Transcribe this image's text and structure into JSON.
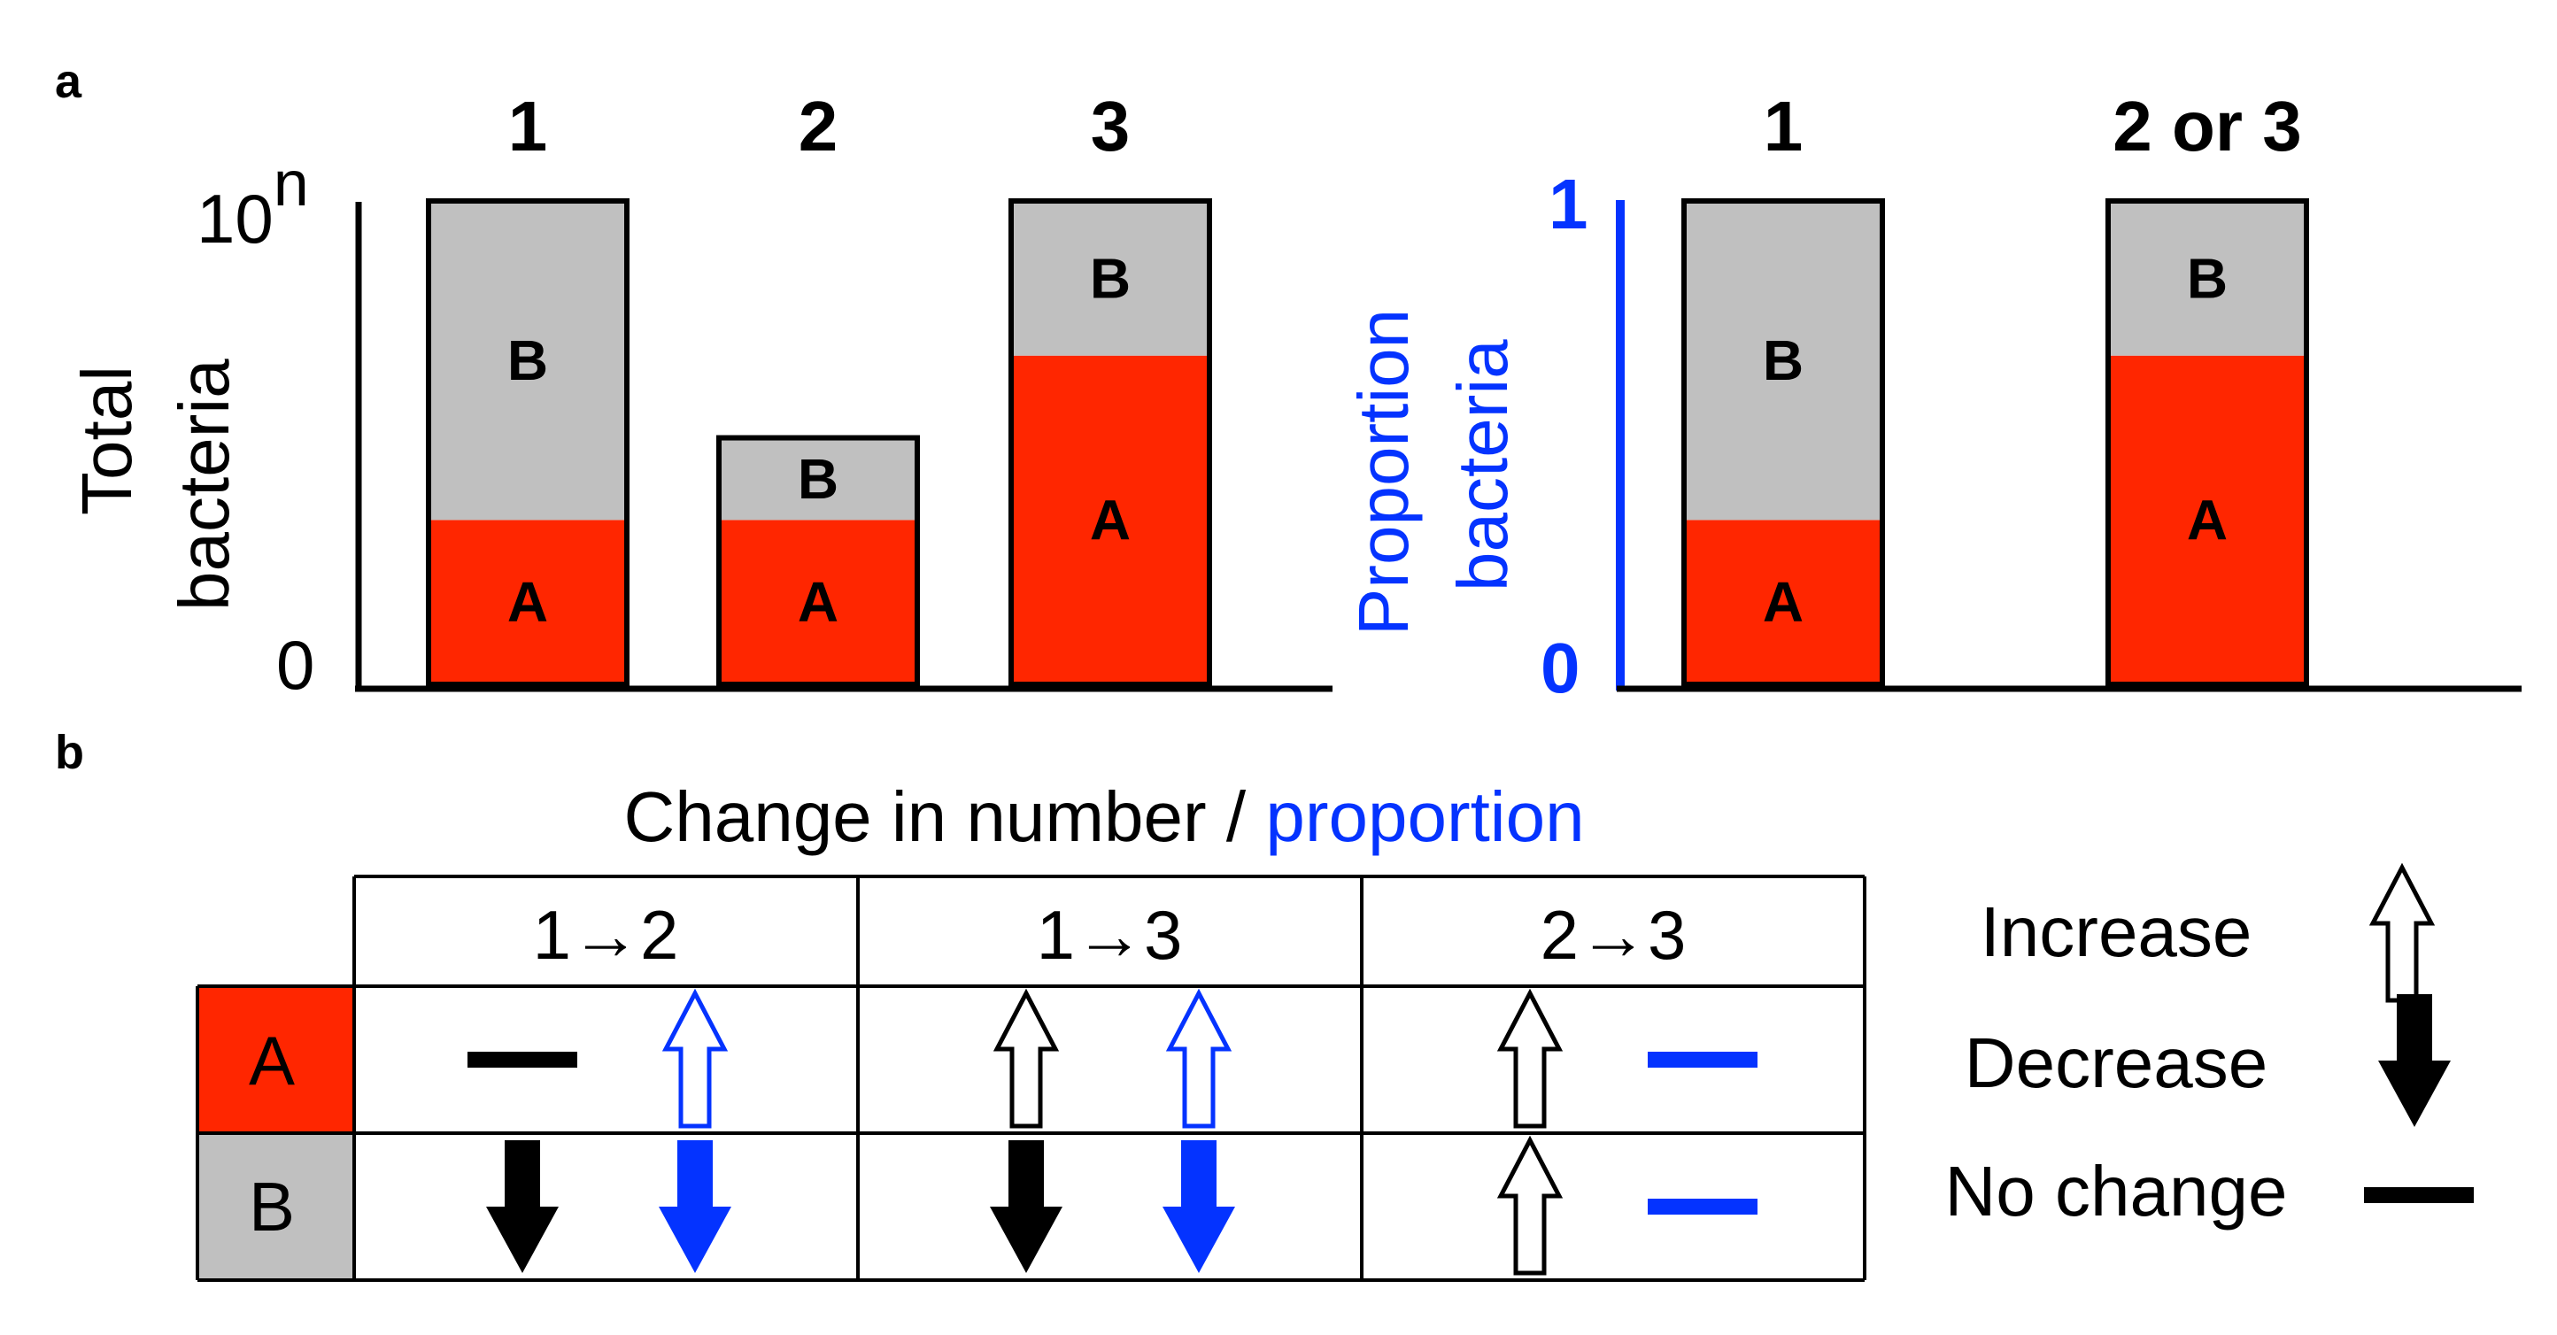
{
  "panel_a": {
    "label": "a",
    "left_chart": {
      "ylabel_line1": "Total",
      "ylabel_line2": "bacteria",
      "ytick_top": "10",
      "ytick_top_sup": "n",
      "ytick_bottom": "0",
      "groups": [
        {
          "label": "1",
          "A": 0.34,
          "B": 0.66
        },
        {
          "label": "2",
          "A": 0.34,
          "B": 0.17
        },
        {
          "label": "3",
          "A": 0.68,
          "B": 0.32
        }
      ]
    },
    "right_chart": {
      "ylabel_line1": "Proportion",
      "ylabel_line2": "bacteria",
      "ytick_top": "1",
      "ytick_bottom": "0",
      "groups": [
        {
          "label": "1",
          "A": 0.34,
          "B": 0.66
        },
        {
          "label": "2 or 3",
          "A": 0.68,
          "B": 0.32
        }
      ]
    },
    "segment_labels": {
      "A": "A",
      "B": "B"
    }
  },
  "panel_b": {
    "label": "b",
    "title_prefix": "Change in number / ",
    "title_blue": "proportion",
    "columns": [
      "1→2",
      "1→3",
      "2→3"
    ],
    "rows": [
      {
        "label": "A",
        "cells": [
          [
            "none",
            "up"
          ],
          [
            "up",
            "up"
          ],
          [
            "up",
            "none"
          ]
        ]
      },
      {
        "label": "B",
        "cells": [
          [
            "down",
            "down"
          ],
          [
            "down",
            "down"
          ],
          [
            "up",
            "none"
          ]
        ]
      }
    ],
    "legend": {
      "increase": "Increase",
      "decrease": "Decrease",
      "no_change": "No change"
    }
  },
  "colors": {
    "A": "#ff2600",
    "B": "#c0c0c0",
    "number": "#000000",
    "proportion": "#0433ff"
  }
}
